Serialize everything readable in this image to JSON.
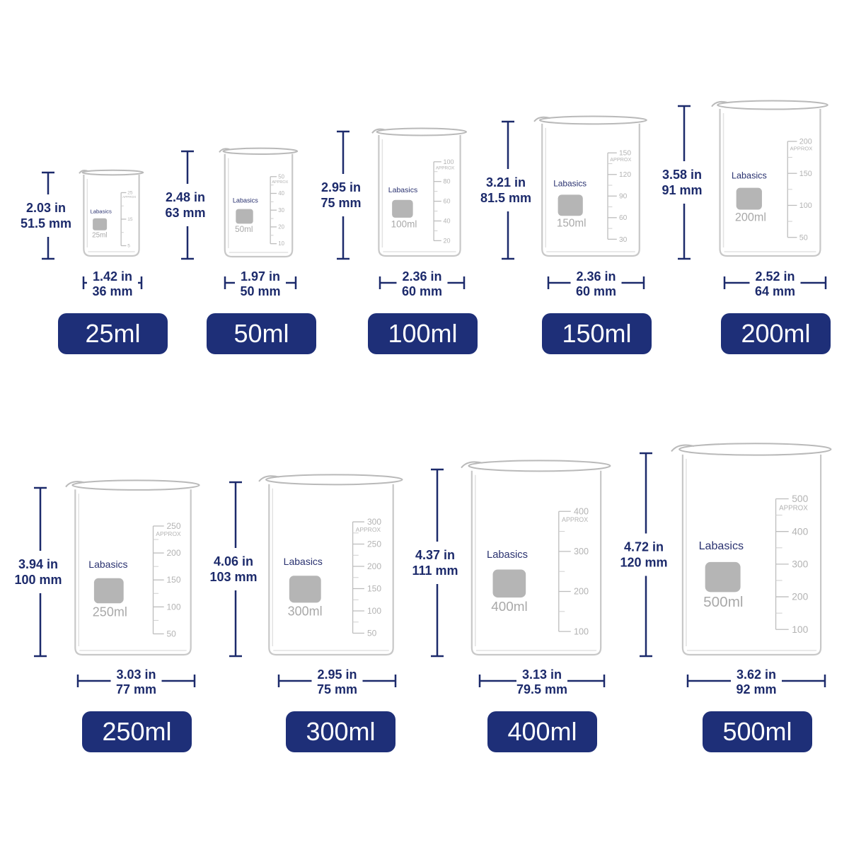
{
  "colors": {
    "navy": "#1e2f78",
    "dimension_line": "#1c2a6b",
    "glass": "#c9c9c9",
    "label_patch": "#b5b5b5"
  },
  "brand": "Labasics",
  "approx_label": "APPROX",
  "beakers": [
    {
      "capacity": "25ml",
      "badge": "25ml",
      "height_in": "2.03 in",
      "height_mm": "51.5 mm",
      "diameter_in": "1.42 in",
      "diameter_mm": "36 mm",
      "graduations": [
        "25",
        "15",
        "5"
      ]
    },
    {
      "capacity": "50ml",
      "badge": "50ml",
      "height_in": "2.48 in",
      "height_mm": "63 mm",
      "diameter_in": "1.97 in",
      "diameter_mm": "50 mm",
      "graduations": [
        "50",
        "40",
        "30",
        "20",
        "10"
      ]
    },
    {
      "capacity": "100ml",
      "badge": "100ml",
      "height_in": "2.95 in",
      "height_mm": "75 mm",
      "diameter_in": "2.36 in",
      "diameter_mm": "60 mm",
      "graduations": [
        "100",
        "80",
        "60",
        "40",
        "20"
      ]
    },
    {
      "capacity": "150ml",
      "badge": "150ml",
      "height_in": "3.21 in",
      "height_mm": "81.5 mm",
      "diameter_in": "2.36 in",
      "diameter_mm": "60 mm",
      "graduations": [
        "150",
        "120",
        "90",
        "60",
        "30"
      ]
    },
    {
      "capacity": "200ml",
      "badge": "200ml",
      "height_in": "3.58 in",
      "height_mm": "91 mm",
      "diameter_in": "2.52 in",
      "diameter_mm": "64 mm",
      "graduations": [
        "200",
        "150",
        "100",
        "50"
      ]
    },
    {
      "capacity": "250ml",
      "badge": "250ml",
      "height_in": "3.94 in",
      "height_mm": "100 mm",
      "diameter_in": "3.03 in",
      "diameter_mm": "77 mm",
      "graduations": [
        "250",
        "200",
        "150",
        "100",
        "50"
      ]
    },
    {
      "capacity": "300ml",
      "badge": "300ml",
      "height_in": "4.06 in",
      "height_mm": "103 mm",
      "diameter_in": "2.95 in",
      "diameter_mm": "75 mm",
      "graduations": [
        "300",
        "250",
        "200",
        "150",
        "100",
        "50"
      ]
    },
    {
      "capacity": "400ml",
      "badge": "400ml",
      "height_in": "4.37 in",
      "height_mm": "111 mm",
      "diameter_in": "3.13 in",
      "diameter_mm": "79.5 mm",
      "graduations": [
        "400",
        "300",
        "200",
        "100"
      ]
    },
    {
      "capacity": "500ml",
      "badge": "500ml",
      "height_in": "4.72 in",
      "height_mm": "120 mm",
      "diameter_in": "3.62 in",
      "diameter_mm": "92 mm",
      "graduations": [
        "500",
        "400",
        "300",
        "200",
        "100"
      ]
    }
  ]
}
